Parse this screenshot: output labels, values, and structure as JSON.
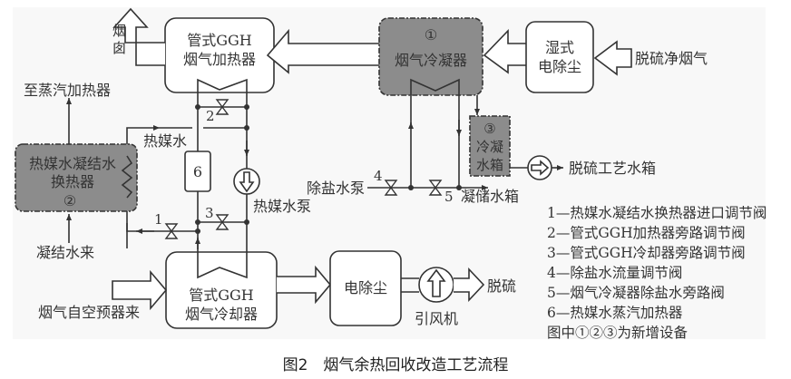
{
  "caption": "图2　烟气余热回收改造工艺流程",
  "equipment": {
    "ggh_heater": {
      "line1": "管式GGH",
      "line2": "烟气加热器"
    },
    "ggh_cooler": {
      "line1": "管式GGH",
      "line2": "烟气冷却器"
    },
    "flue_condenser": {
      "number": "①",
      "name": "烟气冷凝器"
    },
    "wet_esp": {
      "line1": "湿式",
      "line2": "电除尘"
    },
    "esp": {
      "name": "电除尘"
    },
    "hx": {
      "line1": "热媒水凝结水",
      "line2": "换热器",
      "number": "②"
    },
    "cond_tank": {
      "number": "③",
      "line1": "冷凝",
      "line2": "水箱"
    },
    "heater6": {
      "number": "6"
    }
  },
  "labels": {
    "chimney_1": "烟",
    "chimney_2": "囱",
    "to_steam_heater": "至蒸汽加热器",
    "heat_medium_water": "热媒水",
    "heat_medium_pump": "热媒水泵",
    "condensate_in": "凝结水来",
    "flue_gas_in": "烟气自空预器来",
    "desulfurized_gas": "脱硫净烟气",
    "demin_pump": "除盐水泵",
    "cond_storage": "凝储水箱",
    "desulf_tank": "脱硫工艺水箱",
    "id_fan": "引风机",
    "to_desulf": "脱硫"
  },
  "valves": [
    "1",
    "2",
    "3",
    "4",
    "5"
  ],
  "legend": [
    "1—热媒水凝结水换热器进口调节阀",
    "2—管式GGH加热器旁路调节阀",
    "3—管式GGH冷却器旁路调节阀",
    "4—除盐水流量调节阀",
    "5—烟气冷凝器除盐水旁路阀",
    "6—热媒水蒸汽加热器",
    "图中①②③为新增设备"
  ],
  "colors": {
    "new_equipment_fill": "#8c8c8c",
    "line": "#333333",
    "background": "#f8f8f8"
  }
}
